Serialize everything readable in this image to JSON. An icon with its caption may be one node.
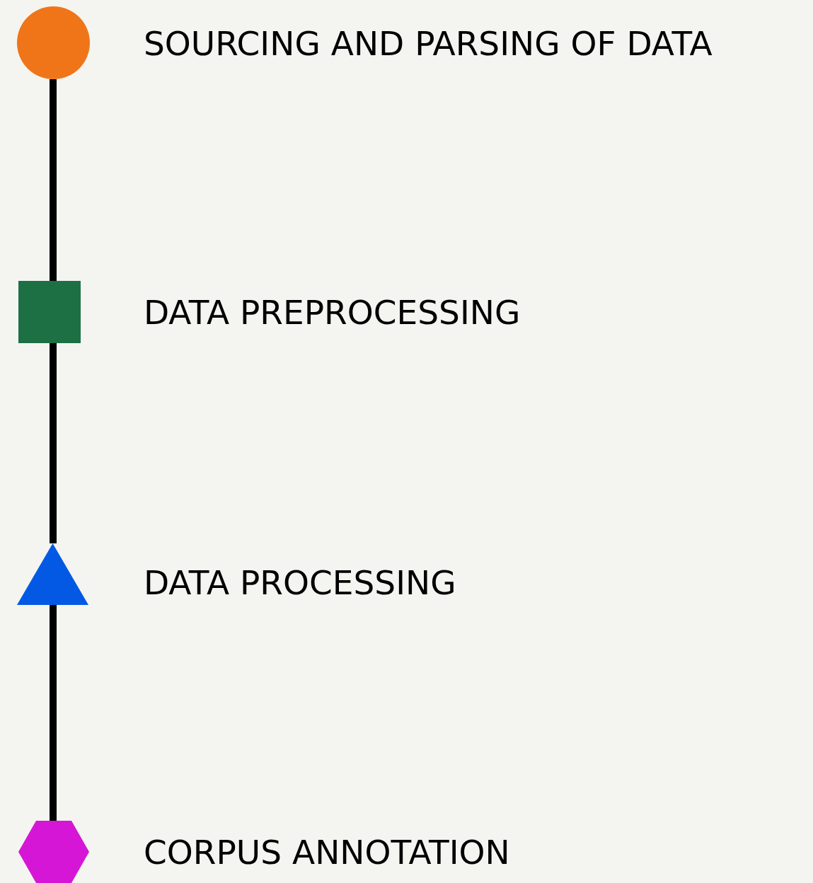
{
  "diagram": {
    "nodes": [
      {
        "text": [],
        "shape": "circle",
        "beside": [
          "SOURCING AND PARSING OF DATA"
        ]
      },
      {
        "text": [],
        "shape": "box",
        "beside": [
          "DATA PREPROCESSING"
        ]
      },
      {
        "text": [],
        "shape": "triangle",
        "beside": [
          "DATA PROCESSING"
        ]
      },
      {
        "text": [],
        "shape": "hexagon",
        "beside": [
          "CORPUS ANNOTATION"
        ]
      }
    ],
    "edges": [
      {
        "from": 0,
        "to": 1,
        "arrow": "none"
      },
      {
        "from": 1,
        "to": 2,
        "arrow": "none"
      },
      {
        "from": 2,
        "to": 3,
        "arrow": "none"
      }
    ]
  }
}
